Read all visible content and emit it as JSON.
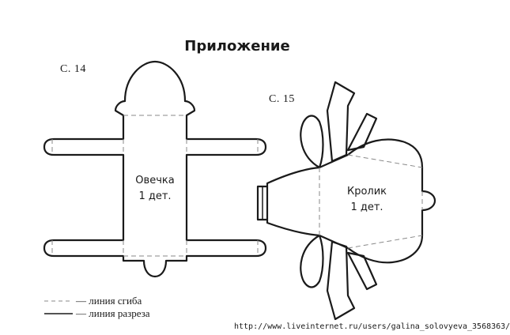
{
  "title": "Приложение",
  "sheep": {
    "page_ref": "С. 14",
    "name": "Овечка",
    "count": "1 дет."
  },
  "rabbit": {
    "page_ref": "С. 15",
    "name": "Кролик",
    "count": "1 дет."
  },
  "legend": {
    "fold_line": "— линия сгиба",
    "cut_line": "— линия разреза"
  },
  "source_url": "http://www.liveinternet.ru/users/galina_solovyeva_3568363/"
}
